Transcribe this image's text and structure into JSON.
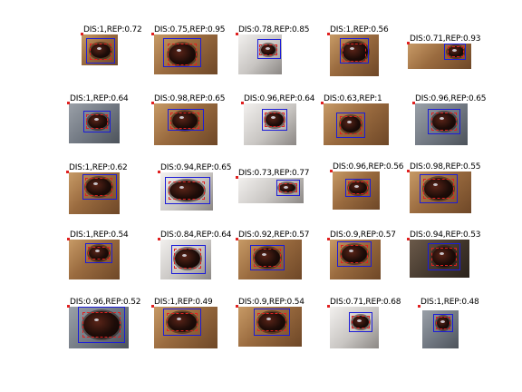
{
  "panels": [
    {
      "caption": "DIS:1,REP:0.72",
      "dis": 1,
      "rep": 0.72,
      "tone": "brown"
    },
    {
      "caption": "DIS:0.75,REP:0.95",
      "dis": 0.75,
      "rep": 0.95,
      "tone": "brown"
    },
    {
      "caption": "DIS:0.78,REP:0.85",
      "dis": 0.78,
      "rep": 0.85,
      "tone": "pale"
    },
    {
      "caption": "DIS:1,REP:0.56",
      "dis": 1,
      "rep": 0.56,
      "tone": "brown"
    },
    {
      "caption": "DIS:0.71,REP:0.93",
      "dis": 0.71,
      "rep": 0.93,
      "tone": "brown"
    },
    {
      "caption": "DIS:1,REP:0.64",
      "dis": 1,
      "rep": 0.64,
      "tone": "gray"
    },
    {
      "caption": "DIS:0.98,REP:0.65",
      "dis": 0.98,
      "rep": 0.65,
      "tone": "brown"
    },
    {
      "caption": "DIS:0.96,REP:0.64",
      "dis": 0.96,
      "rep": 0.64,
      "tone": "pale"
    },
    {
      "caption": "DIS:0.63,REP:1",
      "dis": 0.63,
      "rep": 1,
      "tone": "brown"
    },
    {
      "caption": "DIS:0.96,REP:0.65",
      "dis": 0.96,
      "rep": 0.65,
      "tone": "gray"
    },
    {
      "caption": "DIS:1,REP:0.62",
      "dis": 1,
      "rep": 0.62,
      "tone": "brown"
    },
    {
      "caption": "DIS:0.94,REP:0.65",
      "dis": 0.94,
      "rep": 0.65,
      "tone": "pale"
    },
    {
      "caption": "DIS:0.73,REP:0.77",
      "dis": 0.73,
      "rep": 0.77,
      "tone": "pale"
    },
    {
      "caption": "DIS:0.96,REP:0.56",
      "dis": 0.96,
      "rep": 0.56,
      "tone": "brown"
    },
    {
      "caption": "DIS:0.98,REP:0.55",
      "dis": 0.98,
      "rep": 0.55,
      "tone": "brown"
    },
    {
      "caption": "DIS:1,REP:0.54",
      "dis": 1,
      "rep": 0.54,
      "tone": "brown"
    },
    {
      "caption": "DIS:0.84,REP:0.64",
      "dis": 0.84,
      "rep": 0.64,
      "tone": "pale"
    },
    {
      "caption": "DIS:0.92,REP:0.57",
      "dis": 0.92,
      "rep": 0.57,
      "tone": "brown"
    },
    {
      "caption": "DIS:0.9,REP:0.57",
      "dis": 0.9,
      "rep": 0.57,
      "tone": "brown"
    },
    {
      "caption": "DIS:0.94,REP:0.53",
      "dis": 0.94,
      "rep": 0.53,
      "tone": "dark"
    },
    {
      "caption": "DIS:0.96,REP:0.52",
      "dis": 0.96,
      "rep": 0.52,
      "tone": "gray"
    },
    {
      "caption": "DIS:1,REP:0.49",
      "dis": 1,
      "rep": 0.49,
      "tone": "brown"
    },
    {
      "caption": "DIS:0.9,REP:0.54",
      "dis": 0.9,
      "rep": 0.54,
      "tone": "brown"
    },
    {
      "caption": "DIS:0.71,REP:0.68",
      "dis": 0.71,
      "rep": 0.68,
      "tone": "pale"
    },
    {
      "caption": "DIS:1,REP:0.48",
      "dis": 1,
      "rep": 0.48,
      "tone": "gray"
    }
  ],
  "chart_data": {
    "type": "table",
    "columns": [
      "DIS",
      "REP"
    ],
    "rows": [
      [
        1,
        0.72
      ],
      [
        0.75,
        0.95
      ],
      [
        0.78,
        0.85
      ],
      [
        1,
        0.56
      ],
      [
        0.71,
        0.93
      ],
      [
        1,
        0.64
      ],
      [
        0.98,
        0.65
      ],
      [
        0.96,
        0.64
      ],
      [
        0.63,
        1
      ],
      [
        0.96,
        0.65
      ],
      [
        1,
        0.62
      ],
      [
        0.94,
        0.65
      ],
      [
        0.73,
        0.77
      ],
      [
        0.96,
        0.56
      ],
      [
        0.98,
        0.55
      ],
      [
        1,
        0.54
      ],
      [
        0.84,
        0.64
      ],
      [
        0.92,
        0.57
      ],
      [
        0.9,
        0.57
      ],
      [
        0.94,
        0.53
      ],
      [
        0.96,
        0.52
      ],
      [
        1,
        0.49
      ],
      [
        0.9,
        0.54
      ],
      [
        0.71,
        0.68
      ],
      [
        1,
        0.48
      ]
    ],
    "colors": {
      "detection_box": "#1c1cd8",
      "ground_truth": "#e02020",
      "marker": "#e02020"
    }
  }
}
